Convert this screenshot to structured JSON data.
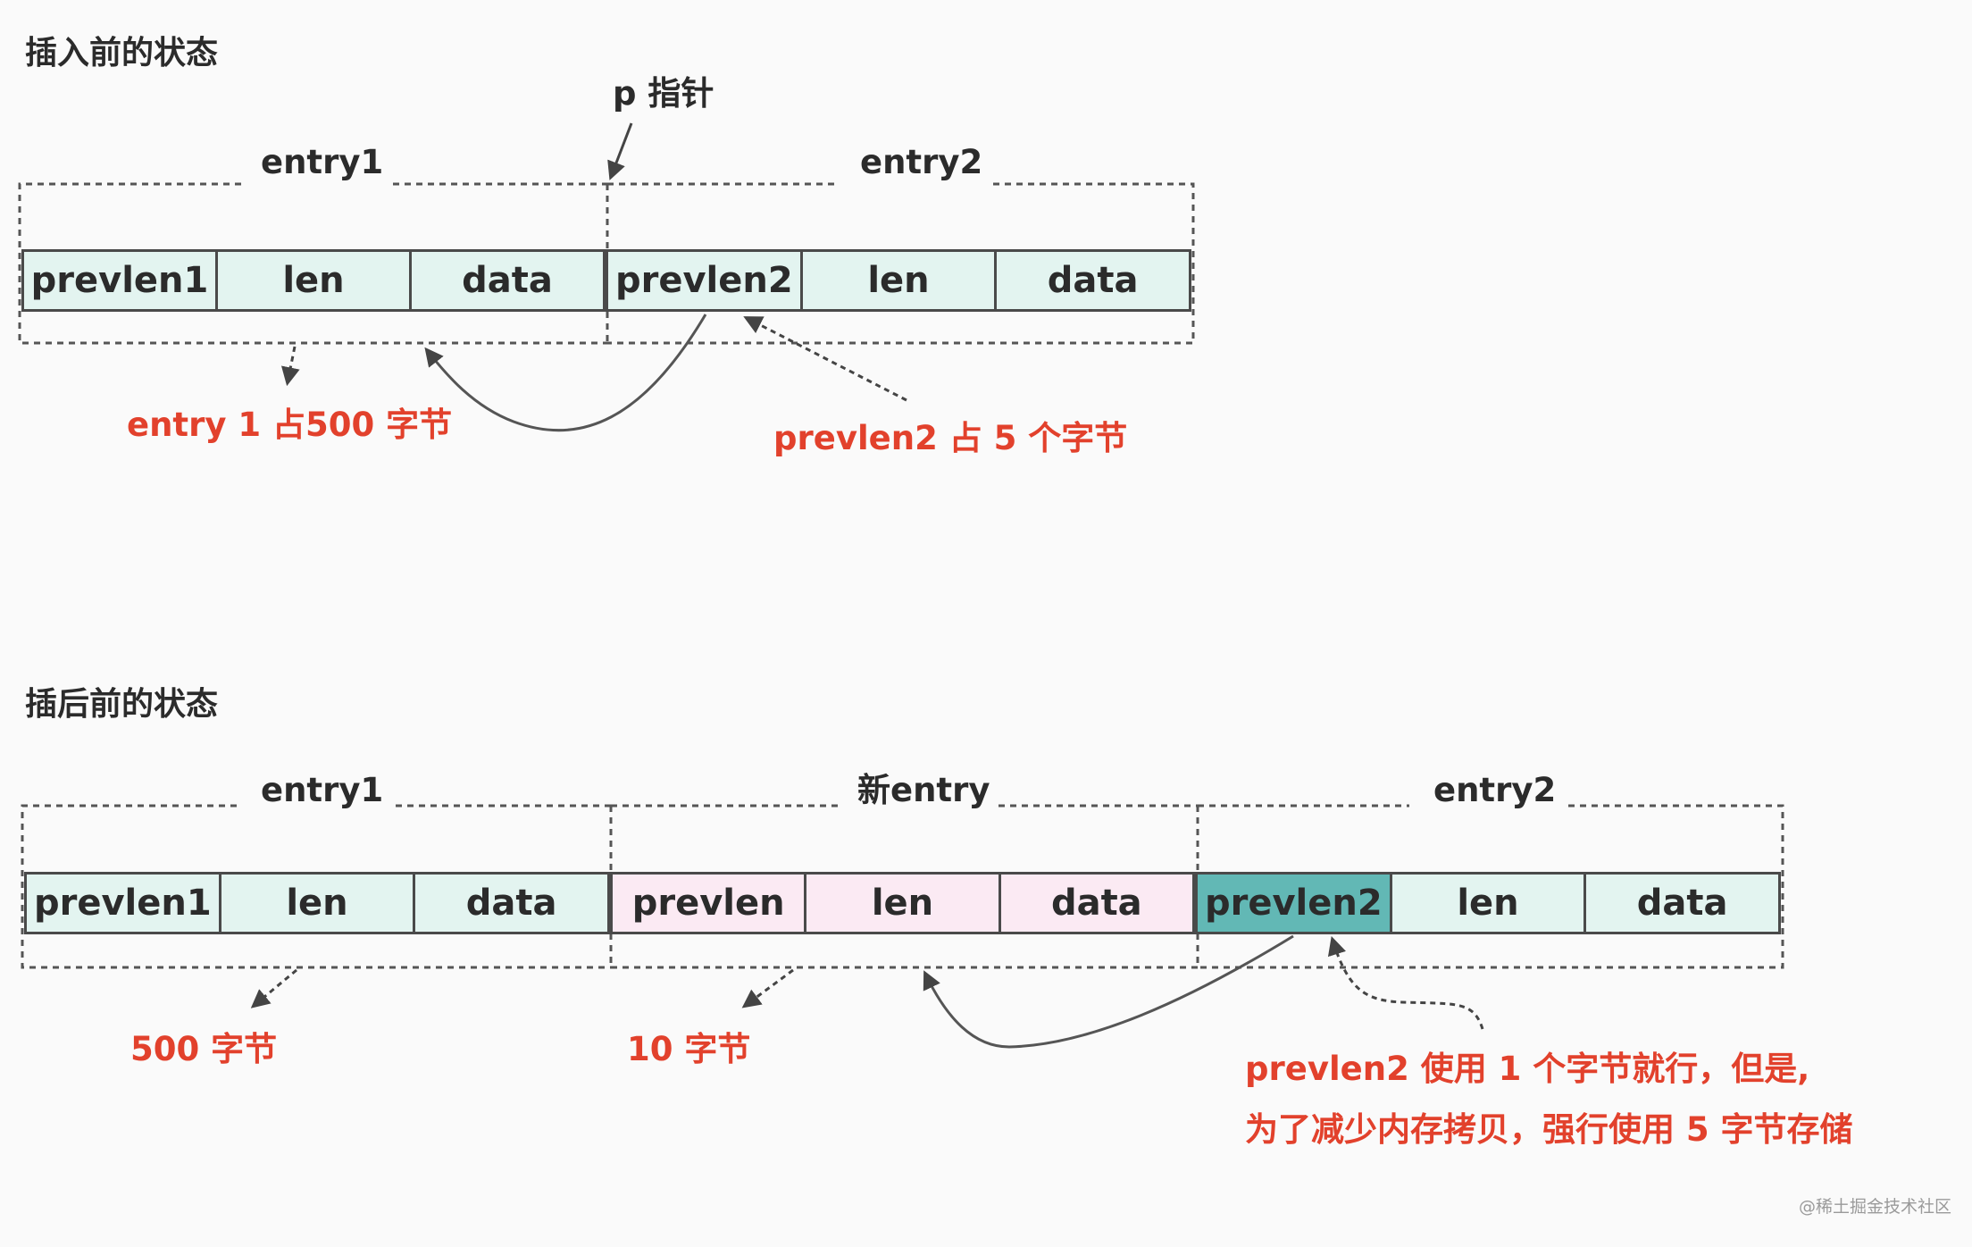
{
  "before": {
    "title": "插入前的状态",
    "pointer_label": "p 指针",
    "entry1": {
      "label": "entry1",
      "cells": [
        "prevlen1",
        "len",
        "data"
      ]
    },
    "entry2": {
      "label": "entry2",
      "cells": [
        "prevlen2",
        "len",
        "data"
      ]
    },
    "note_entry1_size": "entry 1 占500 字节",
    "note_prevlen2_size": "prevlen2 占 5 个字节"
  },
  "after": {
    "title": "插后前的状态",
    "entry1": {
      "label": "entry1",
      "cells": [
        "prevlen1",
        "len",
        "data"
      ]
    },
    "new_entry": {
      "label": "新entry",
      "cells": [
        "prevlen",
        "len",
        "data"
      ]
    },
    "entry2": {
      "label": "entry2",
      "cells": [
        "prevlen2",
        "len",
        "data"
      ]
    },
    "note_entry1_size": "500 字节",
    "note_new_entry_size": "10 字节",
    "note_prevlen2_line1": "prevlen2 使用 1 个字节就行，但是,",
    "note_prevlen2_line2": "为了减少内存拷贝，强行使用 5 字节存储"
  },
  "colors": {
    "note": "#e2412c",
    "cell_green": "#e3f4f0",
    "cell_pink": "#fbeaf3",
    "cell_highlight": "#62b8b5"
  },
  "watermark": "@稀土掘金技术社区"
}
